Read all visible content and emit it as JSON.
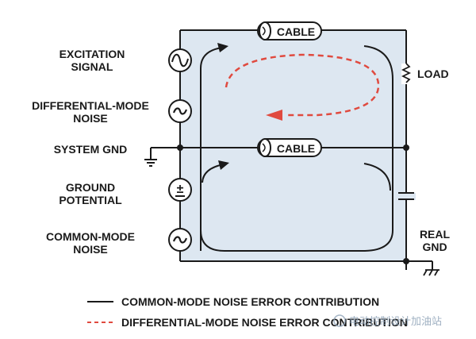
{
  "labels": {
    "excitation": [
      "EXCITATION",
      "SIGNAL"
    ],
    "dm_noise": [
      "DIFFERENTIAL-MODE",
      "NOISE"
    ],
    "system_gnd": "SYSTEM GND",
    "ground_potential": [
      "GROUND",
      "POTENTIAL"
    ],
    "cm_noise": [
      "COMMON-MODE",
      "NOISE"
    ],
    "load": "LOAD",
    "real_gnd": [
      "REAL",
      "GND"
    ]
  },
  "cables": {
    "top": "CABLE",
    "middle": "CABLE"
  },
  "sources": {
    "excitation_symbol": "sine-source",
    "dm_noise_symbol": "~",
    "ground_potential_symbol": "±",
    "cm_noise_symbol": "~"
  },
  "legend": {
    "items": [
      {
        "label": "COMMON-MODE NOISE ERROR CONTRIBUTION",
        "style": "solid",
        "color": "#1a1a1a"
      },
      {
        "label": "DIFFERENTIAL-MODE NOISE ERROR CONTRIBUTION",
        "style": "dashed",
        "color": "#e04a3f"
      }
    ]
  },
  "watermark": "电动控制设计加油站",
  "colors": {
    "panel": "#dde7f1",
    "line": "#1a1a1a",
    "dm_loop": "#e04a3f"
  }
}
